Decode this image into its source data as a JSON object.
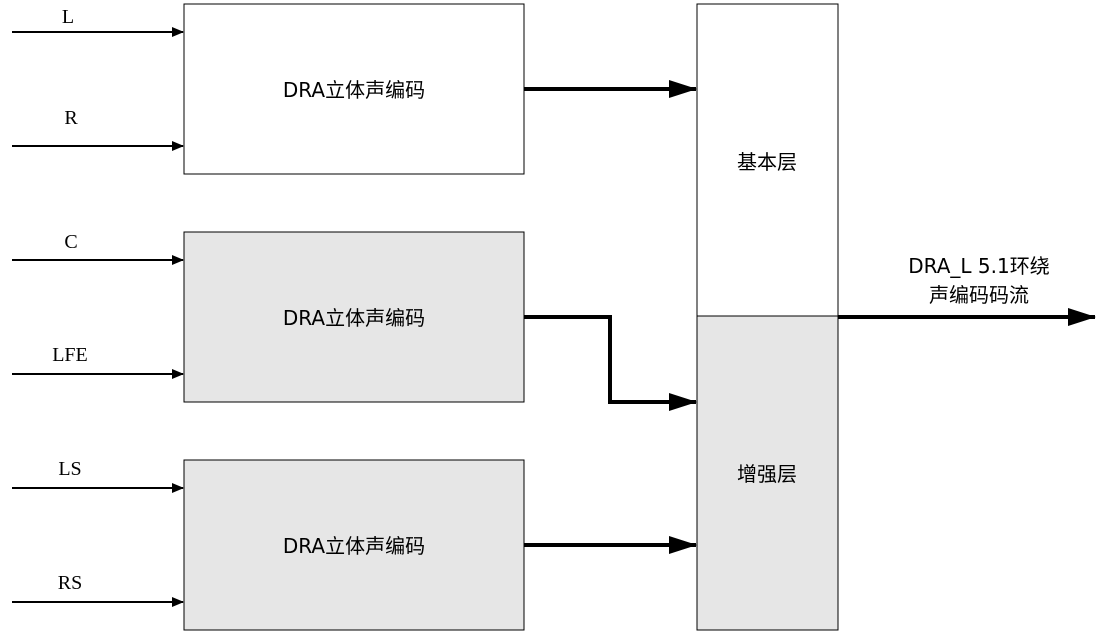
{
  "inputs": [
    "L",
    "R",
    "C",
    "LFE",
    "LS",
    "RS"
  ],
  "encoders": [
    {
      "label": "DRA立体声编码",
      "fill": "#ffffff"
    },
    {
      "label": "DRA立体声编码",
      "fill": "#e6e6e6"
    },
    {
      "label": "DRA立体声编码",
      "fill": "#e6e6e6"
    }
  ],
  "layers": {
    "base": {
      "label": "基本层",
      "fill": "#ffffff"
    },
    "enhancement": {
      "label": "增强层",
      "fill": "#e6e6e6"
    }
  },
  "output": {
    "line1": "DRA_L 5.1环绕",
    "line2": "声编码码流"
  }
}
